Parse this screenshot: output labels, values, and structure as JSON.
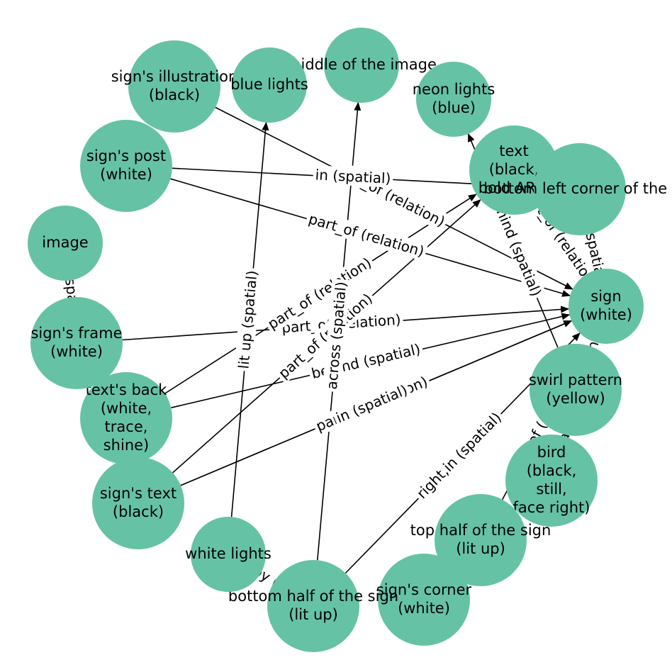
{
  "colors": {
    "node": "#66c2a5",
    "edge": "#000000",
    "background": "#ffffff"
  },
  "nodes": [
    {
      "id": "sign",
      "lines": [
        "sign",
        "(white)"
      ]
    },
    {
      "id": "middle",
      "lines": [
        "middle of the image"
      ]
    },
    {
      "id": "neon",
      "lines": [
        "neon lights",
        "(blue)"
      ]
    },
    {
      "id": "text",
      "lines": [
        "text",
        "(black,",
        "bold ART)"
      ]
    },
    {
      "id": "bottomleft",
      "lines": [
        "bottom left corner of the i"
      ]
    },
    {
      "id": "swirl",
      "lines": [
        "swirl pattern",
        "(yellow)"
      ]
    },
    {
      "id": "bird",
      "lines": [
        "bird",
        "(black,",
        "still,",
        "face right)"
      ]
    },
    {
      "id": "tophalf",
      "lines": [
        "top half of the sign",
        "(lit up)"
      ]
    },
    {
      "id": "corner",
      "lines": [
        "sign's corner",
        "(white)"
      ]
    },
    {
      "id": "bottomhalf",
      "lines": [
        "bottom half of the sign",
        "(lit up)"
      ]
    },
    {
      "id": "whitelights",
      "lines": [
        "white lights"
      ]
    },
    {
      "id": "signtext",
      "lines": [
        "sign's text",
        "(black)"
      ]
    },
    {
      "id": "textback",
      "lines": [
        "text's back",
        "(white,",
        "trace,",
        "shine)"
      ]
    },
    {
      "id": "frame",
      "lines": [
        "sign's frame",
        "(white)"
      ]
    },
    {
      "id": "image",
      "lines": [
        "image"
      ]
    },
    {
      "id": "post",
      "lines": [
        "sign's post",
        "(white)"
      ]
    },
    {
      "id": "illustration",
      "lines": [
        "sign's illustration",
        "(black)"
      ]
    },
    {
      "id": "bluelights",
      "lines": [
        "blue lights"
      ]
    }
  ],
  "edges": [
    {
      "from": "illustration",
      "to": "sign",
      "label": "part_of (relation)"
    },
    {
      "from": "post",
      "to": "sign",
      "label": "part_of (relation)"
    },
    {
      "from": "post",
      "to": "bottomleft",
      "label": "in (spatial)"
    },
    {
      "from": "frame",
      "to": "sign",
      "label": "part_of (relation)"
    },
    {
      "from": "frame",
      "to": "image",
      "label": "in (spatial)"
    },
    {
      "from": "textback",
      "to": "sign",
      "label": "behind (spatial)"
    },
    {
      "from": "textback",
      "to": "text",
      "label": "part_of (relation)"
    },
    {
      "from": "signtext",
      "to": "sign",
      "label": "part_of (relation)"
    },
    {
      "from": "signtext",
      "to": "sign",
      "label": "in (spatial)"
    },
    {
      "from": "signtext",
      "to": "text",
      "label": "part_of (relation)"
    },
    {
      "from": "bottomhalf",
      "to": "sign",
      "label": "right,in (spatial)"
    },
    {
      "from": "bottomhalf",
      "to": "middle",
      "label": "across (spatial)"
    },
    {
      "from": "bottomhalf",
      "to": "whitelights",
      "label": "lit up by (spatial)"
    },
    {
      "from": "whitelights",
      "to": "bluelights",
      "label": "lit up (spatial)"
    },
    {
      "from": "tophalf",
      "to": "sign",
      "label": "part_of (relation)"
    },
    {
      "from": "swirl",
      "to": "sign",
      "label": "part_of (relation)"
    },
    {
      "from": "swirl",
      "to": "neon",
      "label": "behind (spatial)"
    },
    {
      "from": "bird",
      "to": "sign",
      "label": "part_of (relation)"
    },
    {
      "from": "text",
      "to": "sign",
      "label": "part_of (relation)"
    },
    {
      "from": "bottomleft",
      "to": "sign",
      "label": "in (spatial)"
    }
  ]
}
